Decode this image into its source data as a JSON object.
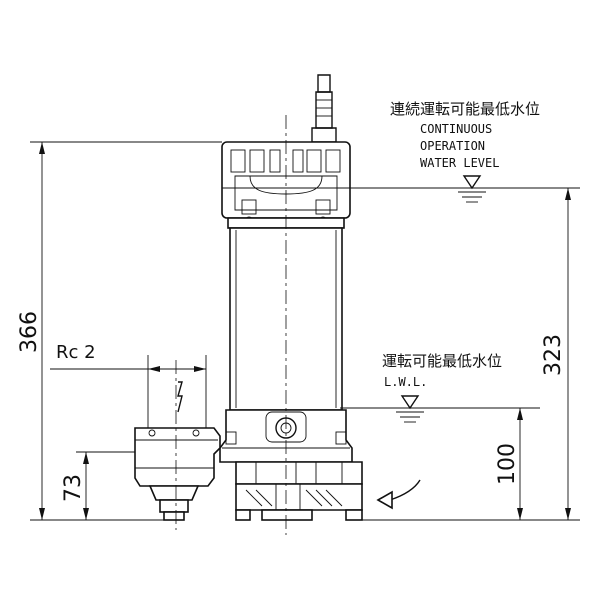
{
  "labels": {
    "continuous_jp": "連続運転可能最低水位",
    "continuous_en_1": "CONTINUOUS",
    "continuous_en_2": "OPERATION",
    "continuous_en_3": "WATER LEVEL",
    "lwl_jp": "運転可能最低水位",
    "lwl_en": "L.W.L.",
    "rc": "Rc 2"
  },
  "dimensions": {
    "total_height": "366",
    "continuous_level": "323",
    "lwl_level": "100",
    "outlet_height": "73"
  }
}
